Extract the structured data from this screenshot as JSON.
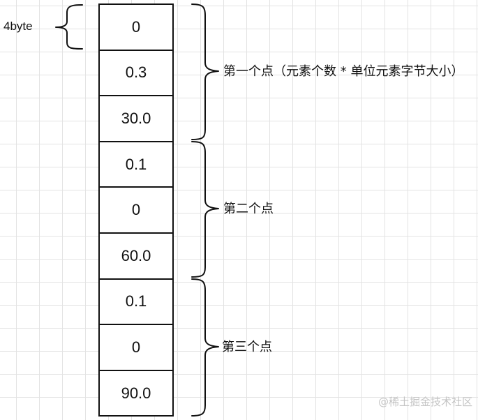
{
  "diagram": {
    "cells": [
      "0",
      "0.3",
      "30.0",
      "0.1",
      "0",
      "60.0",
      "0.1",
      "0",
      "90.0"
    ],
    "byte_label": "4byte",
    "groups": [
      {
        "label": "第一个点（元素个数 * 单位元素字节大小）"
      },
      {
        "label": "第二个点"
      },
      {
        "label": "第三个点"
      }
    ],
    "colors": {
      "line": "#111111",
      "grid": "#e3e3e3",
      "watermark": "#c4c4c4"
    }
  },
  "watermark": "@稀土掘金技术社区"
}
